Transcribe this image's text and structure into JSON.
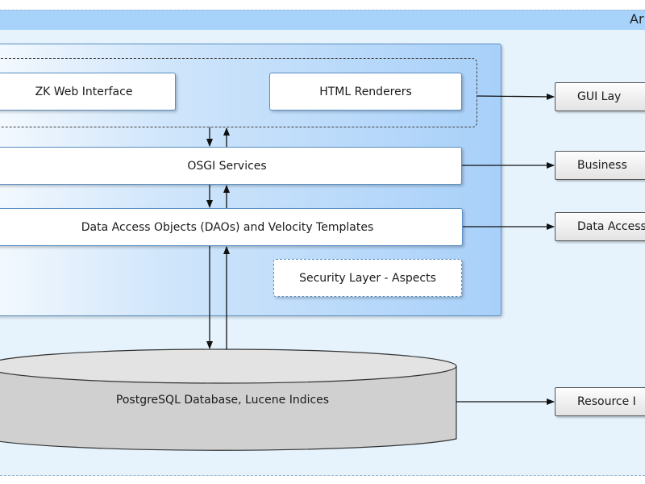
{
  "frame": {
    "title": "Ar"
  },
  "components": {
    "zk_web_interface": "ZK Web Interface",
    "html_renderers": "HTML Renderers",
    "osgi_services": "OSGI Services",
    "daos": "Data Access Objects (DAOs) and Velocity Templates",
    "security_layer": "Security Layer - Aspects",
    "database": "PostgreSQL Database, Lucene Indices"
  },
  "layers": {
    "gui": "GUI Lay",
    "business": "Business",
    "data_access": "Data Access",
    "resource": "Resource I"
  }
}
